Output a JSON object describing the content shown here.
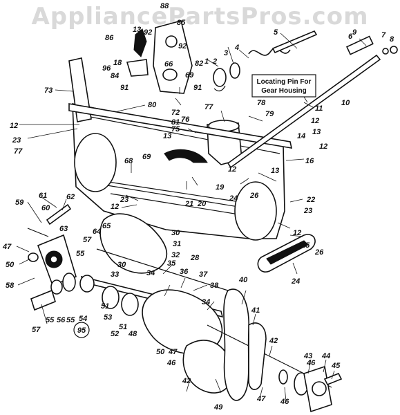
{
  "watermark": "AppliancePartsPros.com",
  "callout_note": {
    "line1": "Locating Pin For",
    "line2": "Gear Housing"
  },
  "callouts": [
    "1",
    "2",
    "3",
    "4",
    "5",
    "6",
    "7",
    "8",
    "9",
    "10",
    "11",
    "12",
    "13",
    "14",
    "16",
    "18",
    "19",
    "20",
    "21",
    "22",
    "23",
    "24",
    "25",
    "26",
    "28",
    "30",
    "31",
    "32",
    "33",
    "34",
    "35",
    "36",
    "37",
    "38",
    "40",
    "41",
    "42",
    "43",
    "44",
    "45",
    "46",
    "47",
    "48",
    "49",
    "50",
    "51",
    "52",
    "53",
    "54",
    "55",
    "56",
    "57",
    "58",
    "59",
    "60",
    "61",
    "62",
    "63",
    "64",
    "65",
    "66",
    "68",
    "69",
    "72",
    "73",
    "75",
    "76",
    "77",
    "78",
    "79",
    "80",
    "81",
    "82",
    "84",
    "85",
    "86",
    "88",
    "91",
    "92",
    "95",
    "96"
  ]
}
